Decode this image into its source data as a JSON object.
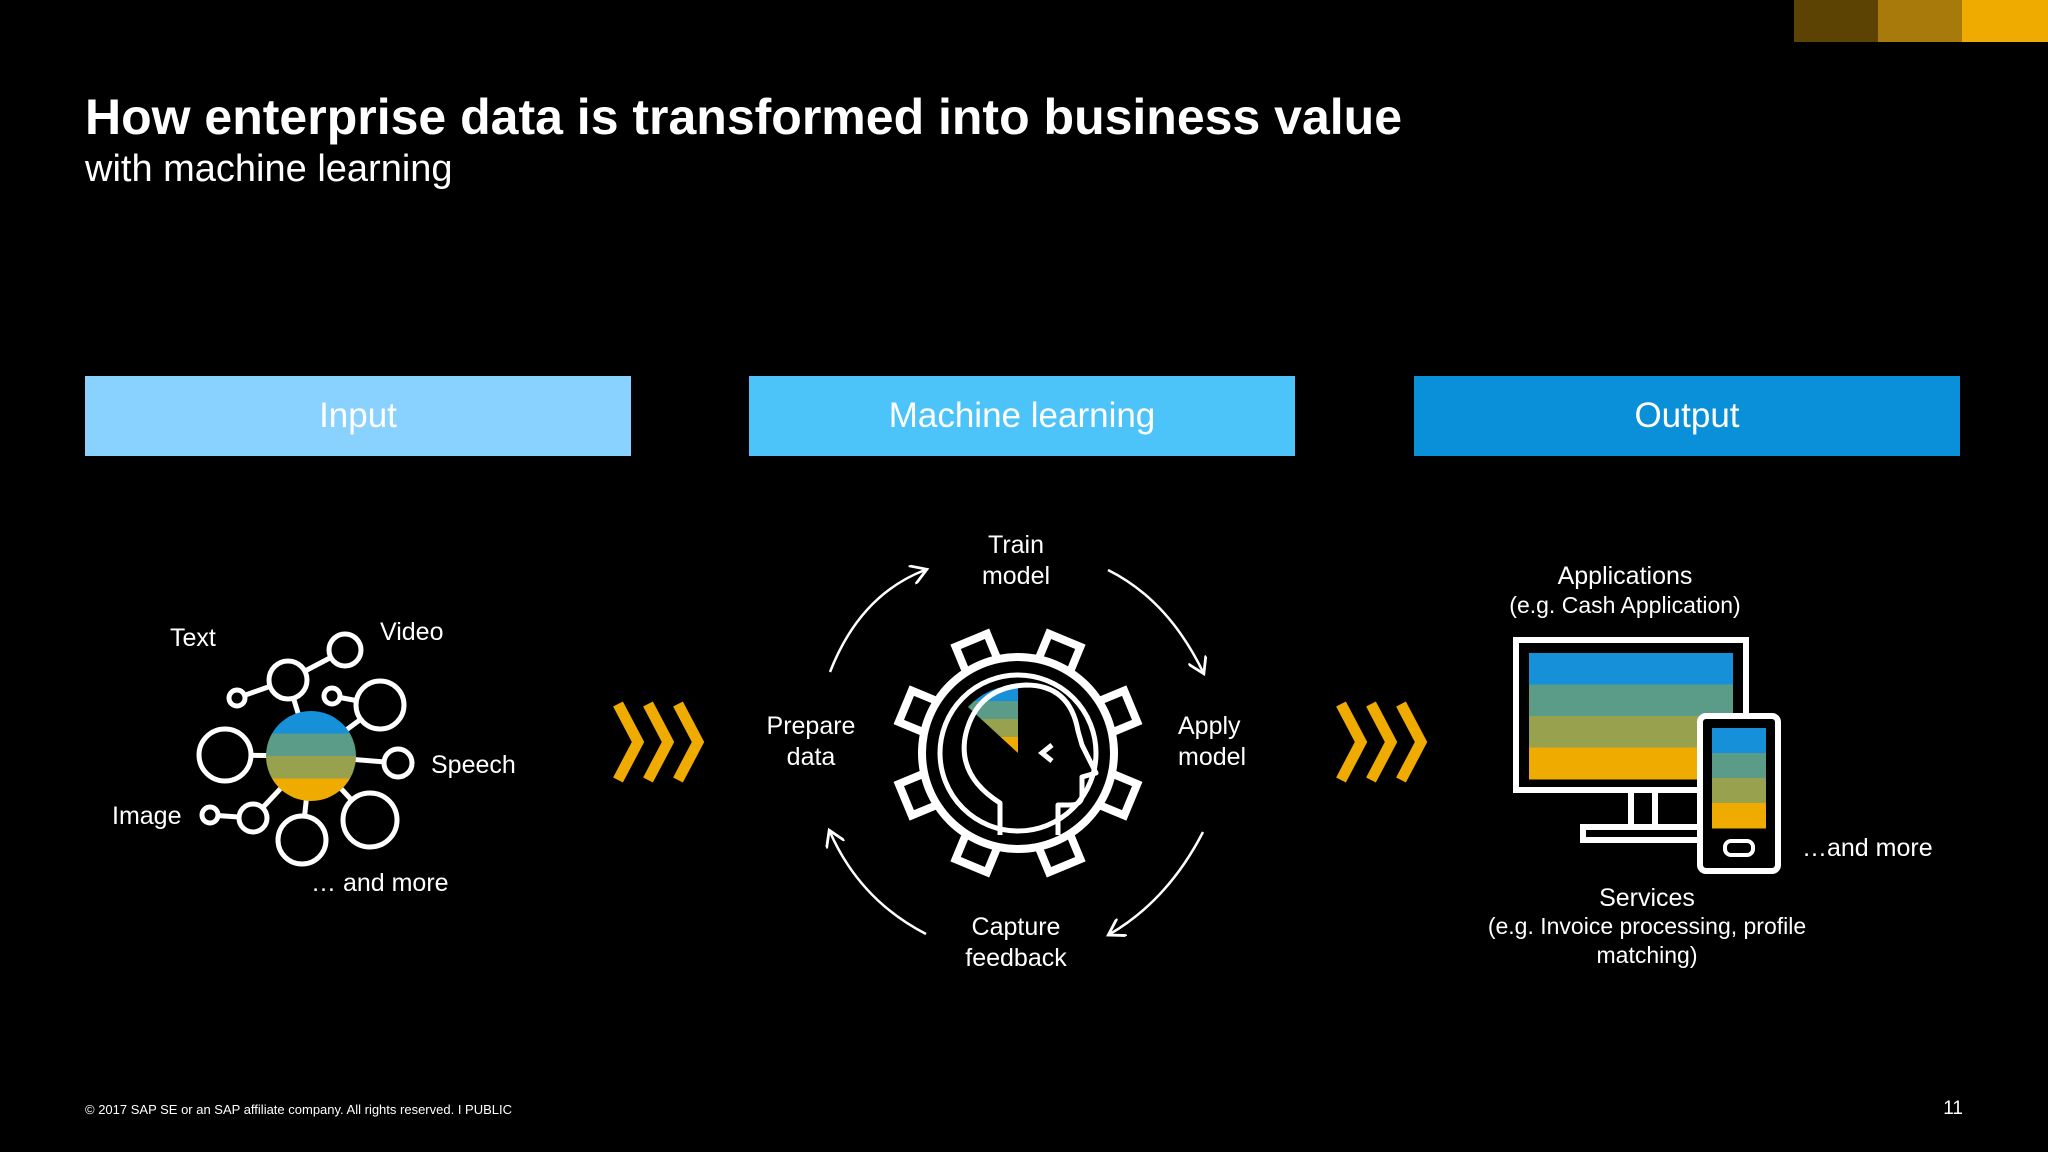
{
  "colors": {
    "corner": [
      "#5c4304",
      "#a87a0c",
      "#f0ab00"
    ],
    "header_input": "#89d1ff",
    "header_ml": "#4cc4fa",
    "header_output": "#0a8fd9",
    "chevron": "#f0ab00",
    "stripes": [
      "#1690d9",
      "#5a9c87",
      "#97a14e",
      "#f0ab00"
    ]
  },
  "slide": {
    "title": "How enterprise data is transformed into business value",
    "subtitle": "with machine learning"
  },
  "stages": {
    "input": "Input",
    "ml": "Machine learning",
    "output": "Output"
  },
  "input_labels": {
    "text": "Text",
    "video": "Video",
    "speech": "Speech",
    "image": "Image",
    "more": "… and more"
  },
  "ml_cycle": {
    "train": [
      "Train",
      "model"
    ],
    "apply": [
      "Apply",
      "model"
    ],
    "capture": [
      "Capture",
      "feedback"
    ],
    "prepare": [
      "Prepare",
      "data"
    ]
  },
  "output_labels": {
    "applications_title": "Applications",
    "applications_example": "(e.g. Cash Application)",
    "more": "…and more",
    "services_title": "Services",
    "services_example": [
      "(e.g. Invoice processing, profile",
      "matching)"
    ]
  },
  "footer": {
    "copyright": "© 2017 SAP SE or an SAP affiliate company. All rights reserved.  I   PUBLIC",
    "page": "11"
  },
  "icons": [
    "data-network-icon",
    "chevrons-icon",
    "ai-gear-head-icon",
    "cycle-arrow-icon",
    "desktop-monitor-icon",
    "mobile-phone-icon"
  ]
}
